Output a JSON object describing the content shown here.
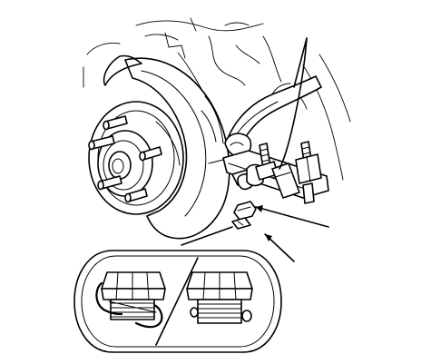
{
  "figure": {
    "kind": "technical-illustration",
    "subject": "steering-knuckle-ball-joint-removal",
    "style": "black line art on white",
    "colors": {
      "line": "#000000",
      "background": "#ffffff"
    },
    "components": [
      "brake-disc",
      "wheel-hub",
      "wheel-studs",
      "lower-control-arm",
      "ball-joint-remover-tool",
      "tool-pressure-bolt",
      "castle-nut",
      "cotter-pin",
      "detail-callout-oval"
    ],
    "callout": {
      "panels": [
        "castle-nut-with-bent-cotter-pin",
        "castle-nut-without-cotter-pin"
      ]
    }
  }
}
